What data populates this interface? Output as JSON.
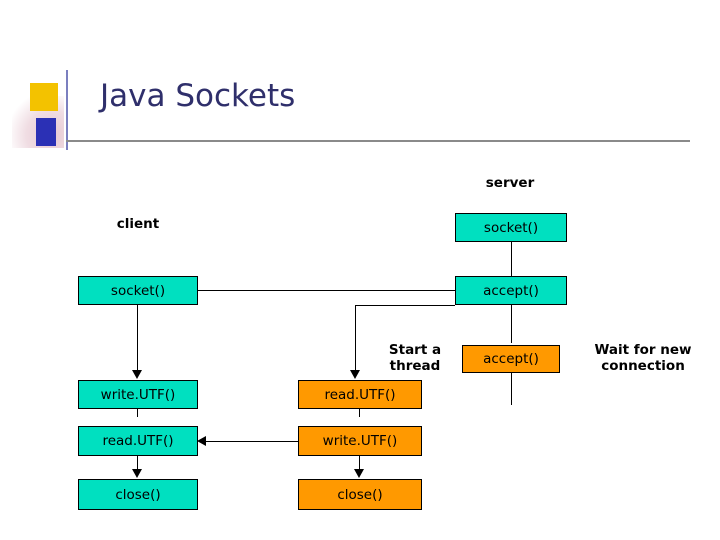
{
  "slide": {
    "title": "Java Sockets"
  },
  "labels": {
    "server": "server",
    "client": "client",
    "start_a_thread": "Start a thread",
    "wait_for_new_connection": "Wait for new connection"
  },
  "client_column": {
    "boxes": [
      {
        "label": "socket()",
        "color": "#00e0c0"
      },
      {
        "label": "write.UTF()",
        "color": "#00e0c0"
      },
      {
        "label": "read.UTF()",
        "color": "#00e0c0"
      },
      {
        "label": "close()",
        "color": "#00e0c0"
      }
    ]
  },
  "server_column": {
    "boxes": [
      {
        "label": "socket()",
        "color": "#00e0c0"
      },
      {
        "label": "accept()",
        "color": "#00e0c0"
      }
    ]
  },
  "thread_column": {
    "boxes": [
      {
        "label": "read.UTF()",
        "color": "#ff9900"
      },
      {
        "label": "write.UTF()",
        "color": "#ff9900"
      },
      {
        "label": "close()",
        "color": "#ff9900"
      }
    ]
  },
  "loop_column": {
    "boxes": [
      {
        "label": "accept()",
        "color": "#ff9900"
      }
    ]
  },
  "colors": {
    "green": "#00e0c0",
    "orange": "#ff9900",
    "title": "#2f2f6b",
    "accent_yellow": "#f3c200",
    "accent_blue": "#2b30b5"
  }
}
